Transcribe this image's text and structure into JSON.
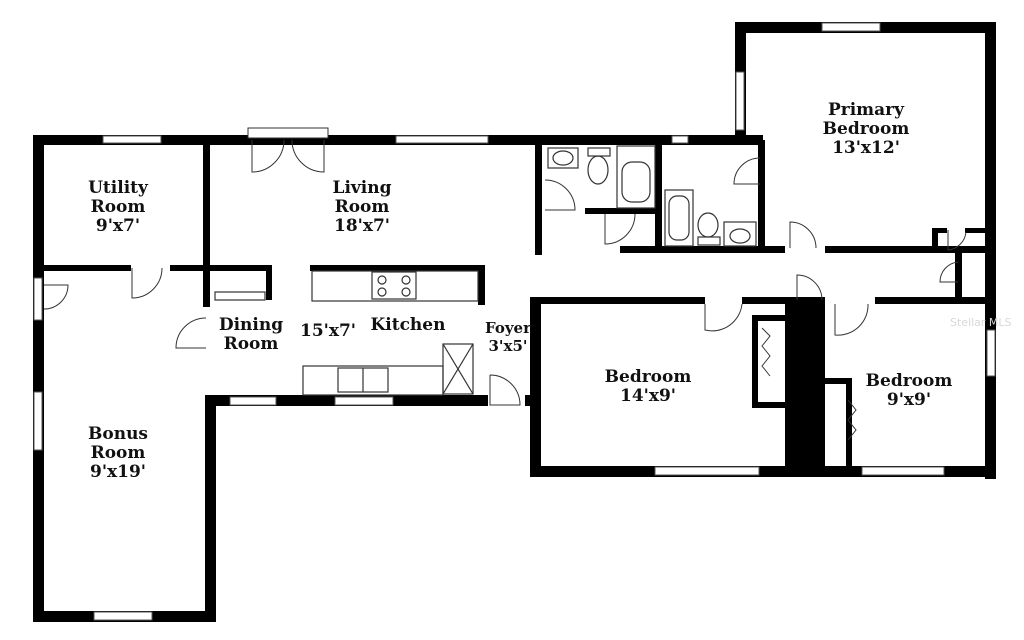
{
  "rooms": {
    "utility": {
      "name_1": "Utility",
      "name_2": "Room",
      "size": "9'x7'"
    },
    "living": {
      "name_1": "Living",
      "name_2": "Room",
      "size": "18'x7'"
    },
    "primary": {
      "name_1": "Primary",
      "name_2": "Bedroom",
      "size": "13'x12'"
    },
    "dining": {
      "name_1": "Dining",
      "name_2": "Room"
    },
    "kitchen": {
      "name": "Kitchen",
      "size": "15'x7'"
    },
    "foyer": {
      "name": "Foyer",
      "size": "3'x5'"
    },
    "bonus": {
      "name_1": "Bonus",
      "name_2": "Room",
      "size": "9'x19'"
    },
    "bedroom_1": {
      "name": "Bedroom",
      "size": "14'x9'"
    },
    "bedroom_2": {
      "name": "Bedroom",
      "size": "9'x9'"
    }
  },
  "watermark": "Stellar MLS",
  "colors": {
    "wall": "#000000",
    "background": "#ffffff",
    "text": "#111111"
  }
}
